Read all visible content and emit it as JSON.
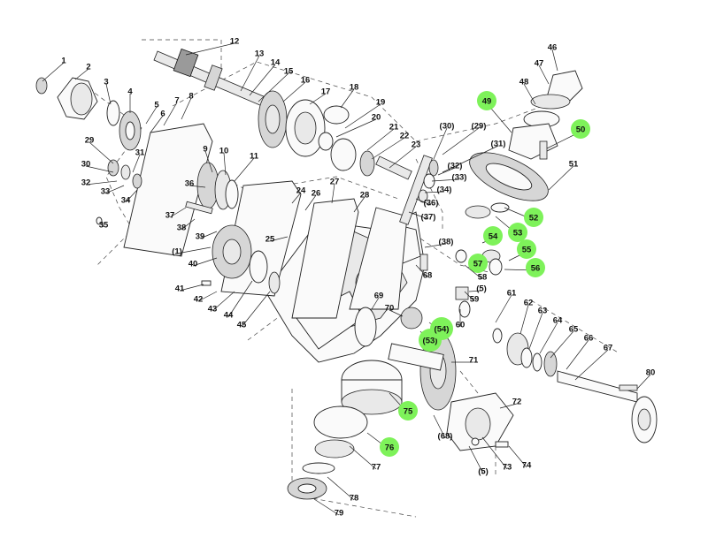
{
  "diagram": {
    "highlight_color": "#7ef25a",
    "line_color": "#222222",
    "parts": [
      {
        "id": "p1",
        "label": "1",
        "highlighted": false
      },
      {
        "id": "p2",
        "label": "2",
        "highlighted": false
      },
      {
        "id": "p3",
        "label": "3",
        "highlighted": false
      },
      {
        "id": "p4",
        "label": "4",
        "highlighted": false
      },
      {
        "id": "p5",
        "label": "5",
        "highlighted": false
      },
      {
        "id": "p6",
        "label": "6",
        "highlighted": false
      },
      {
        "id": "p7",
        "label": "7",
        "highlighted": false
      },
      {
        "id": "p8",
        "label": "8",
        "highlighted": false
      },
      {
        "id": "p9",
        "label": "9",
        "highlighted": false
      },
      {
        "id": "p10",
        "label": "10",
        "highlighted": false
      },
      {
        "id": "p11",
        "label": "11",
        "highlighted": false
      },
      {
        "id": "p12",
        "label": "12",
        "highlighted": false
      },
      {
        "id": "p13",
        "label": "13",
        "highlighted": false
      },
      {
        "id": "p14",
        "label": "14",
        "highlighted": false
      },
      {
        "id": "p15",
        "label": "15",
        "highlighted": false
      },
      {
        "id": "p16",
        "label": "16",
        "highlighted": false
      },
      {
        "id": "p17",
        "label": "17",
        "highlighted": false
      },
      {
        "id": "p18",
        "label": "18",
        "highlighted": false
      },
      {
        "id": "p19",
        "label": "19",
        "highlighted": false
      },
      {
        "id": "p20",
        "label": "20",
        "highlighted": false
      },
      {
        "id": "p21",
        "label": "21",
        "highlighted": false
      },
      {
        "id": "p22",
        "label": "22",
        "highlighted": false
      },
      {
        "id": "p23",
        "label": "23",
        "highlighted": false
      },
      {
        "id": "p24",
        "label": "24",
        "highlighted": false
      },
      {
        "id": "p25",
        "label": "25",
        "highlighted": false
      },
      {
        "id": "p26",
        "label": "26",
        "highlighted": false
      },
      {
        "id": "p27",
        "label": "27",
        "highlighted": false
      },
      {
        "id": "p28",
        "label": "28",
        "highlighted": false
      },
      {
        "id": "p29",
        "label": "29",
        "highlighted": false
      },
      {
        "id": "p30",
        "label": "30",
        "highlighted": false
      },
      {
        "id": "p31",
        "label": "31",
        "highlighted": false
      },
      {
        "id": "p32",
        "label": "32",
        "highlighted": false
      },
      {
        "id": "p33",
        "label": "33",
        "highlighted": false
      },
      {
        "id": "p34",
        "label": "34",
        "highlighted": false
      },
      {
        "id": "p35",
        "label": "35",
        "highlighted": false
      },
      {
        "id": "p36",
        "label": "36",
        "highlighted": false
      },
      {
        "id": "p37",
        "label": "37",
        "highlighted": false
      },
      {
        "id": "p38",
        "label": "38",
        "highlighted": false
      },
      {
        "id": "p39",
        "label": "39",
        "highlighted": false
      },
      {
        "id": "p40",
        "label": "40",
        "highlighted": false
      },
      {
        "id": "p41",
        "label": "41",
        "highlighted": false
      },
      {
        "id": "p42",
        "label": "42",
        "highlighted": false
      },
      {
        "id": "p43",
        "label": "43",
        "highlighted": false
      },
      {
        "id": "p44",
        "label": "44",
        "highlighted": false
      },
      {
        "id": "p45",
        "label": "45",
        "highlighted": false
      },
      {
        "id": "p46",
        "label": "46",
        "highlighted": false
      },
      {
        "id": "p47",
        "label": "47",
        "highlighted": false
      },
      {
        "id": "p48",
        "label": "48",
        "highlighted": false
      },
      {
        "id": "p49",
        "label": "49",
        "highlighted": true
      },
      {
        "id": "p50",
        "label": "50",
        "highlighted": true
      },
      {
        "id": "p51",
        "label": "51",
        "highlighted": false
      },
      {
        "id": "p52",
        "label": "52",
        "highlighted": true
      },
      {
        "id": "p53",
        "label": "53",
        "highlighted": true
      },
      {
        "id": "p54",
        "label": "54",
        "highlighted": true
      },
      {
        "id": "p55",
        "label": "55",
        "highlighted": true
      },
      {
        "id": "p56",
        "label": "56",
        "highlighted": true
      },
      {
        "id": "p57",
        "label": "57",
        "highlighted": true
      },
      {
        "id": "p58",
        "label": "58",
        "highlighted": false
      },
      {
        "id": "p59",
        "label": "59",
        "highlighted": false
      },
      {
        "id": "p60",
        "label": "60",
        "highlighted": false
      },
      {
        "id": "p61",
        "label": "61",
        "highlighted": false
      },
      {
        "id": "p62",
        "label": "62",
        "highlighted": false
      },
      {
        "id": "p63",
        "label": "63",
        "highlighted": false
      },
      {
        "id": "p64",
        "label": "64",
        "highlighted": false
      },
      {
        "id": "p65",
        "label": "65",
        "highlighted": false
      },
      {
        "id": "p66",
        "label": "66",
        "highlighted": false
      },
      {
        "id": "p67",
        "label": "67",
        "highlighted": false
      },
      {
        "id": "p68",
        "label": "68",
        "highlighted": false
      },
      {
        "id": "p69",
        "label": "69",
        "highlighted": false
      },
      {
        "id": "p70",
        "label": "70",
        "highlighted": false
      },
      {
        "id": "p71",
        "label": "71",
        "highlighted": false
      },
      {
        "id": "p72",
        "label": "72",
        "highlighted": false
      },
      {
        "id": "p73",
        "label": "73",
        "highlighted": false
      },
      {
        "id": "p74",
        "label": "74",
        "highlighted": false
      },
      {
        "id": "p75",
        "label": "75",
        "highlighted": true
      },
      {
        "id": "p76",
        "label": "76",
        "highlighted": true
      },
      {
        "id": "p77",
        "label": "77",
        "highlighted": false
      },
      {
        "id": "p78",
        "label": "78",
        "highlighted": false
      },
      {
        "id": "p79",
        "label": "79",
        "highlighted": false
      },
      {
        "id": "p80",
        "label": "80",
        "highlighted": false
      },
      {
        "id": "r1",
        "label": "(1)",
        "highlighted": false
      },
      {
        "id": "r5a",
        "label": "(5)",
        "highlighted": false
      },
      {
        "id": "r5b",
        "label": "(5)",
        "highlighted": false
      },
      {
        "id": "r29",
        "label": "(29)",
        "highlighted": false
      },
      {
        "id": "r30",
        "label": "(30)",
        "highlighted": false
      },
      {
        "id": "r31",
        "label": "(31)",
        "highlighted": false
      },
      {
        "id": "r32",
        "label": "(32)",
        "highlighted": false
      },
      {
        "id": "r33",
        "label": "(33)",
        "highlighted": false
      },
      {
        "id": "r34",
        "label": "(34)",
        "highlighted": false
      },
      {
        "id": "r36",
        "label": "(36)",
        "highlighted": false
      },
      {
        "id": "r37",
        "label": "(37)",
        "highlighted": false
      },
      {
        "id": "r38",
        "label": "(38)",
        "highlighted": false
      },
      {
        "id": "r53",
        "label": "(53)",
        "highlighted": true
      },
      {
        "id": "r54",
        "label": "(54)",
        "highlighted": true
      },
      {
        "id": "r68",
        "label": "(68)",
        "highlighted": false
      }
    ]
  }
}
